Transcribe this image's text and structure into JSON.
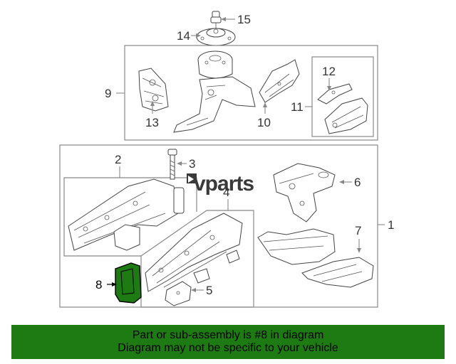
{
  "callouts": {
    "c1": "1",
    "c2": "2",
    "c3": "3",
    "c4": "4",
    "c5": "5",
    "c6": "6",
    "c7": "7",
    "c8": "8",
    "c9": "9",
    "c10": "10",
    "c11": "11",
    "c12": "12",
    "c13": "13",
    "c14": "14",
    "c15": "15"
  },
  "watermark": {
    "text": "vparts"
  },
  "highlight": {
    "part_number": "8",
    "fill_color": "#1e7a12"
  },
  "footer": {
    "line1": "Part or sub-assembly is #8 in diagram",
    "line2": "Diagram may not be specific to your vehicle",
    "background_color": "#1e7a12"
  }
}
